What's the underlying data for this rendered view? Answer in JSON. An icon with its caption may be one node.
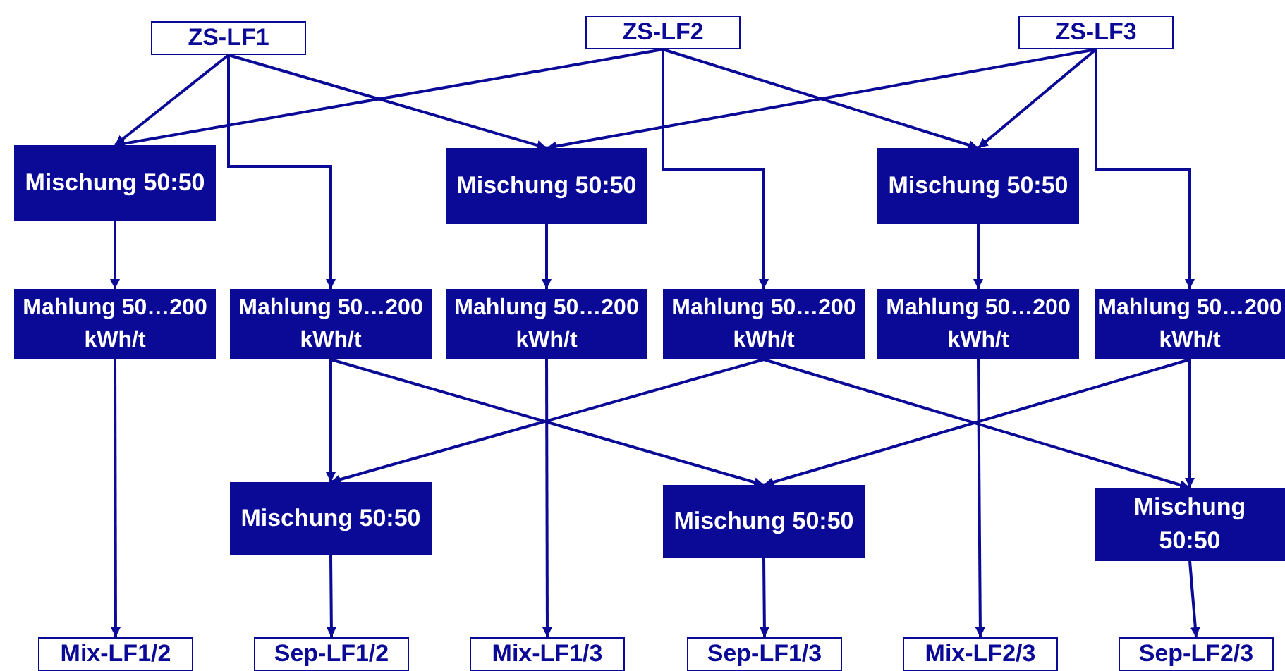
{
  "diagram": {
    "nodes": [
      {
        "text": [
          "ZS-LF1"
        ]
      },
      {
        "text": [
          "ZS-LF2"
        ]
      },
      {
        "text": [
          "ZS-LF3"
        ]
      },
      {
        "text": [
          "Mischung 50:50"
        ]
      },
      {
        "text": [
          "Mischung 50:50"
        ]
      },
      {
        "text": [
          "Mischung 50:50"
        ]
      },
      {
        "text": [
          "Mahlung 50…200 kWh/t"
        ]
      },
      {
        "text": [
          "Mahlung 50…200 kWh/t"
        ]
      },
      {
        "text": [
          "Mahlung 50…200 kWh/t"
        ]
      },
      {
        "text": [
          "Mahlung 50…200 kWh/t"
        ]
      },
      {
        "text": [
          "Mahlung 50…200 kWh/t"
        ]
      },
      {
        "text": [
          "Mahlung 50…200 kWh/t"
        ]
      },
      {
        "text": [
          "Mischung 50:50"
        ]
      },
      {
        "text": [
          "Mischung 50:50"
        ]
      },
      {
        "text": [
          "Mischung 50:50"
        ]
      },
      {
        "text": [
          "Mix-LF1/2"
        ]
      },
      {
        "text": [
          "Sep-LF1/2"
        ]
      },
      {
        "text": [
          "Mix-LF1/3"
        ]
      },
      {
        "text": [
          "Sep-LF1/3"
        ]
      },
      {
        "text": [
          "Mix-LF2/3"
        ]
      },
      {
        "text": [
          "Sep-LF2/3"
        ]
      }
    ],
    "edges": [
      {
        "from": 0,
        "to": 3,
        "arrow": "to"
      },
      {
        "from": 0,
        "to": 4,
        "arrow": "to"
      },
      {
        "from": 0,
        "to": 7,
        "arrow": "to"
      },
      {
        "from": 1,
        "to": 3,
        "arrow": "to"
      },
      {
        "from": 1,
        "to": 5,
        "arrow": "to"
      },
      {
        "from": 1,
        "to": 9,
        "arrow": "to"
      },
      {
        "from": 2,
        "to": 4,
        "arrow": "to"
      },
      {
        "from": 2,
        "to": 5,
        "arrow": "to"
      },
      {
        "from": 2,
        "to": 11,
        "arrow": "to"
      },
      {
        "from": 3,
        "to": 6,
        "arrow": "to"
      },
      {
        "from": 4,
        "to": 8,
        "arrow": "to"
      },
      {
        "from": 5,
        "to": 10,
        "arrow": "to"
      },
      {
        "from": 6,
        "to": 15,
        "arrow": "to"
      },
      {
        "from": 8,
        "to": 17,
        "arrow": "to"
      },
      {
        "from": 10,
        "to": 19,
        "arrow": "to"
      },
      {
        "from": 7,
        "to": 12,
        "arrow": "to"
      },
      {
        "from": 7,
        "to": 13,
        "arrow": "to"
      },
      {
        "from": 9,
        "to": 12,
        "arrow": "to"
      },
      {
        "from": 9,
        "to": 14,
        "arrow": "to"
      },
      {
        "from": 11,
        "to": 13,
        "arrow": "to"
      },
      {
        "from": 11,
        "to": 14,
        "arrow": "to"
      },
      {
        "from": 12,
        "to": 16,
        "arrow": "to"
      },
      {
        "from": 13,
        "to": 18,
        "arrow": "to"
      },
      {
        "from": 14,
        "to": 20,
        "arrow": "to"
      }
    ]
  }
}
